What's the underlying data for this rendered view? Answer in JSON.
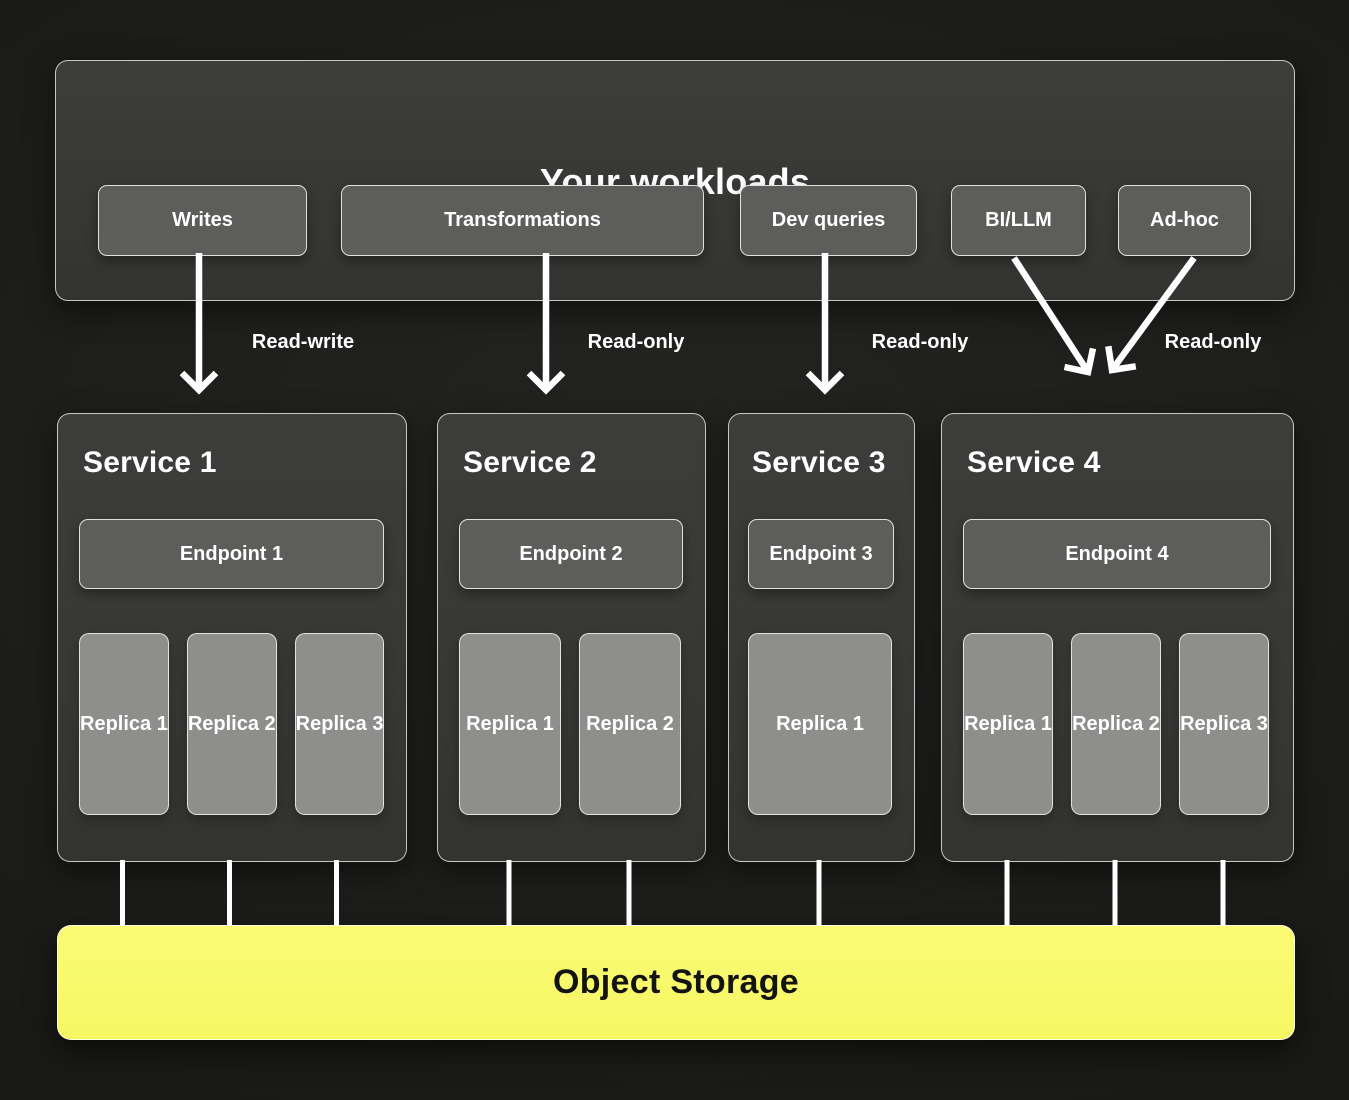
{
  "workloads": {
    "title": "Your workloads",
    "buttons": [
      {
        "label": "Writes"
      },
      {
        "label": "Transformations"
      },
      {
        "label": "Dev queries"
      },
      {
        "label": "BI/LLM"
      },
      {
        "label": "Ad-hoc"
      }
    ]
  },
  "arrow_labels": [
    {
      "text": "Read-write"
    },
    {
      "text": "Read-only"
    },
    {
      "text": "Read-only"
    },
    {
      "text": "Read-only"
    }
  ],
  "services": [
    {
      "title": "Service 1",
      "endpoint": "Endpoint 1",
      "replicas": [
        "Replica 1",
        "Replica 2",
        "Replica 3"
      ]
    },
    {
      "title": "Service 2",
      "endpoint": "Endpoint 2",
      "replicas": [
        "Replica 1",
        "Replica 2"
      ]
    },
    {
      "title": "Service 3",
      "endpoint": "Endpoint 3",
      "replicas": [
        "Replica 1"
      ]
    },
    {
      "title": "Service 4",
      "endpoint": "Endpoint 4",
      "replicas": [
        "Replica 1",
        "Replica 2",
        "Replica 3"
      ]
    }
  ],
  "storage": {
    "title": "Object Storage"
  },
  "colors": {
    "background": "#1b1b19",
    "panel": "#363634",
    "chip": "#5d5d5b",
    "replica": "#8e8e8c",
    "storage_yellow": "#f8f96b",
    "line_white": "#ffffff",
    "text_light": "#ffffff",
    "text_dark": "#131311"
  }
}
